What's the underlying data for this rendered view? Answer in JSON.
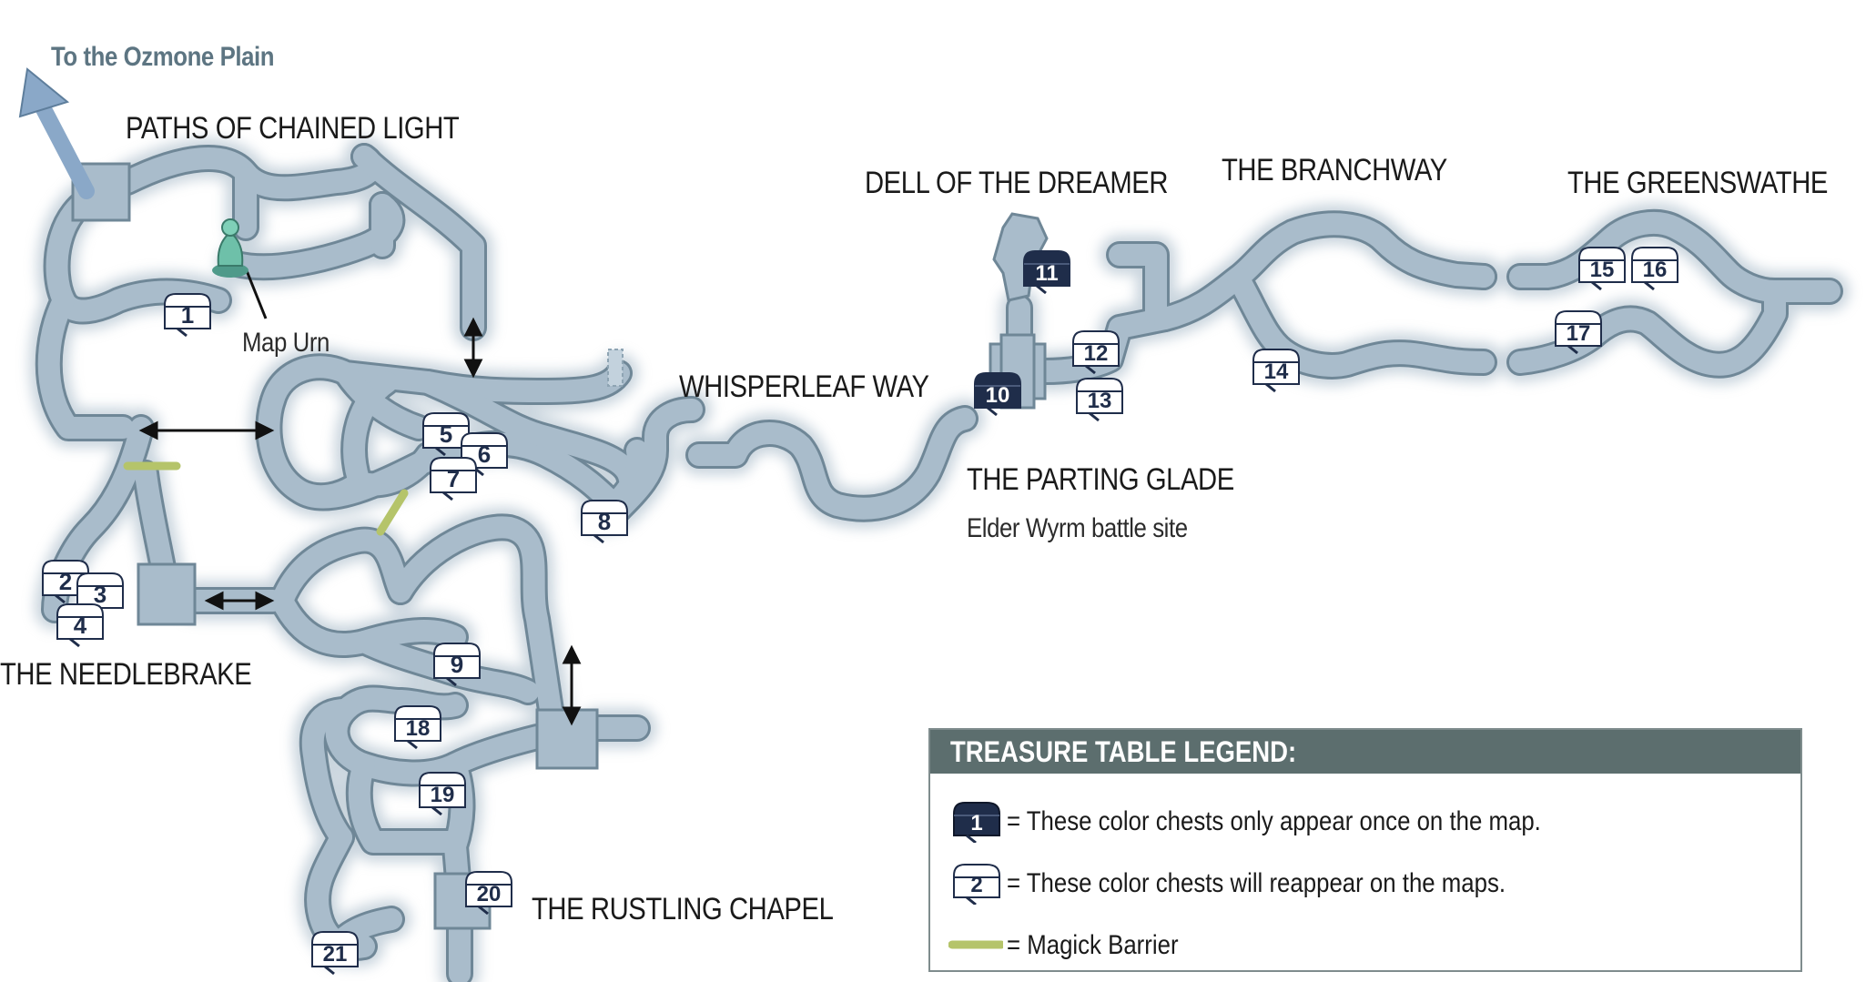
{
  "exit_label": "To the Ozmone Plain",
  "areas": {
    "paths": "PATHS OF CHAINED LIGHT",
    "needlebrake": "THE NEEDLEBRAKE",
    "rustling": "THE RUSTLING CHAPEL",
    "whisperleaf": "WHISPERLEAF WAY",
    "dell": "DELL OF THE DREAMER",
    "branchway": "THE BRANCHWAY",
    "greenswathe": "THE GREENSWATHE",
    "parting": "THE PARTING GLADE"
  },
  "sublabels": {
    "elder": "Elder Wyrm battle site",
    "map_urn": "Map Urn"
  },
  "legend": {
    "title": "TREASURE TABLE LEGEND:",
    "rows": [
      {
        "icon": "1",
        "text": "= These color chests only appear once on the map."
      },
      {
        "icon": "2",
        "text": "= These color chests will reappear on the maps."
      },
      {
        "text": "= Magick Barrier"
      }
    ]
  },
  "colors": {
    "path_fill": "#a9bccb",
    "path_edge": "#6f8797",
    "chest_once": "#1f2d4a",
    "chest_reappear": "#ffffff",
    "barrier": "#b5c46a",
    "legend_header": "#5c6e6e",
    "exit_arrow": "#8aa8c8"
  },
  "chests": [
    {
      "n": "1",
      "type": "reappear"
    },
    {
      "n": "2",
      "type": "reappear"
    },
    {
      "n": "3",
      "type": "reappear"
    },
    {
      "n": "4",
      "type": "reappear"
    },
    {
      "n": "5",
      "type": "reappear"
    },
    {
      "n": "6",
      "type": "reappear"
    },
    {
      "n": "7",
      "type": "reappear"
    },
    {
      "n": "8",
      "type": "reappear"
    },
    {
      "n": "9",
      "type": "reappear"
    },
    {
      "n": "10",
      "type": "once"
    },
    {
      "n": "11",
      "type": "once"
    },
    {
      "n": "12",
      "type": "reappear"
    },
    {
      "n": "13",
      "type": "reappear"
    },
    {
      "n": "14",
      "type": "reappear"
    },
    {
      "n": "15",
      "type": "reappear"
    },
    {
      "n": "16",
      "type": "reappear"
    },
    {
      "n": "17",
      "type": "reappear"
    },
    {
      "n": "18",
      "type": "reappear"
    },
    {
      "n": "19",
      "type": "reappear"
    },
    {
      "n": "20",
      "type": "reappear"
    },
    {
      "n": "21",
      "type": "reappear"
    }
  ]
}
